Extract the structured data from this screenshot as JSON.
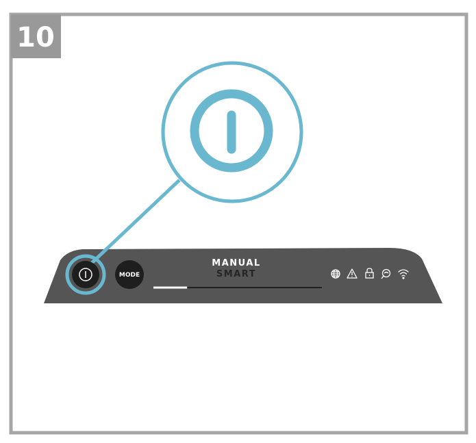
{
  "step": {
    "number": "10"
  },
  "panel": {
    "mode_button_label": "MODE",
    "mode_options": [
      "MANUAL",
      "SMART"
    ],
    "indicator_icons": [
      "globe-icon",
      "warning-icon",
      "lock-icon",
      "filter-icon",
      "wifi-icon"
    ],
    "speed_level_fraction": 0.2
  },
  "colors": {
    "frame": "#a6a6a6",
    "badge": "#999999",
    "panel": "#555555",
    "highlight": "#6ab8cf",
    "button": "#1e1e1e",
    "active_text": "#ffffff",
    "inactive_text": "#262626"
  }
}
